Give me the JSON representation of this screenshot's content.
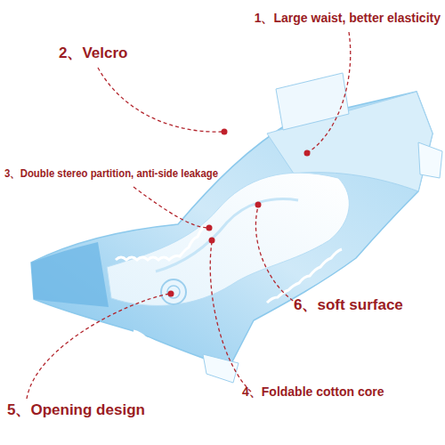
{
  "diagram": {
    "labels": [
      "1、Large waist, better elasticity",
      "2、Velcro",
      "3、Double stereo partition, anti-side leakage",
      "6、soft surface",
      "4、Foldable cotton core",
      "5、Opening design"
    ]
  }
}
